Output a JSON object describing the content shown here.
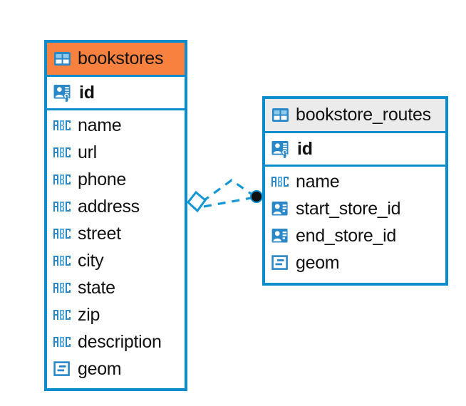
{
  "diagram": {
    "type": "entity-relationship-diagram",
    "background_color": "#ffffff",
    "accent_color": "#0b8ccd",
    "highlight_color": "#f8813f",
    "header_color": "#ebebeb",
    "text_color": "#111111"
  },
  "entities": [
    {
      "name": "bookstores",
      "header_style": "highlighted",
      "header_color": "#f8813f",
      "table_icon": "table-icon",
      "primary_key": {
        "label": "id",
        "icon": "primary-key-icon"
      },
      "fields": [
        {
          "label": "name",
          "icon": "text-type-icon"
        },
        {
          "label": "url",
          "icon": "text-type-icon"
        },
        {
          "label": "phone",
          "icon": "text-type-icon"
        },
        {
          "label": "address",
          "icon": "text-type-icon"
        },
        {
          "label": "street",
          "icon": "text-type-icon"
        },
        {
          "label": "city",
          "icon": "text-type-icon"
        },
        {
          "label": "state",
          "icon": "text-type-icon"
        },
        {
          "label": "zip",
          "icon": "text-type-icon"
        },
        {
          "label": "description",
          "icon": "text-type-icon"
        },
        {
          "label": "geom",
          "icon": "geometry-type-icon"
        }
      ]
    },
    {
      "name": "bookstore_routes",
      "header_style": "default",
      "header_color": "#ebebeb",
      "table_icon": "table-icon",
      "primary_key": {
        "label": "id",
        "icon": "primary-key-icon"
      },
      "fields": [
        {
          "label": "name",
          "icon": "text-type-icon"
        },
        {
          "label": "start_store_id",
          "icon": "foreign-key-icon"
        },
        {
          "label": "end_store_id",
          "icon": "foreign-key-icon"
        },
        {
          "label": "geom",
          "icon": "geometry-type-icon"
        }
      ]
    }
  ],
  "relationships": [
    {
      "from": "bookstores",
      "to": "bookstore_routes",
      "line_style": "dashed",
      "color": "#0b8ccd",
      "source_marker": "diamond-marker",
      "target_marker": "filled-circle-marker",
      "branches": 2
    }
  ]
}
